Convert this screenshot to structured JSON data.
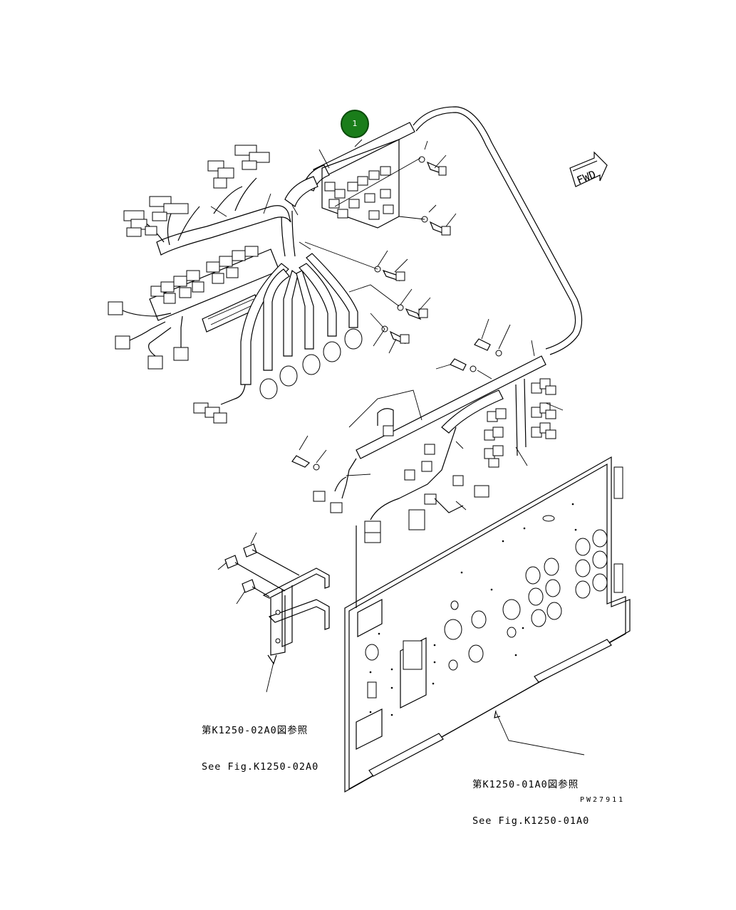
{
  "callout": {
    "number": "1"
  },
  "arrow": {
    "text": "FWD"
  },
  "refs": {
    "left": {
      "line_ja": "第K1250-02A0図参照",
      "line_en": "See Fig.K1250-02A0"
    },
    "right": {
      "line_ja": "第K1250-01A0図参照",
      "line_en": "See Fig.K1250-01A0"
    }
  },
  "drawing_number": "PW27911"
}
